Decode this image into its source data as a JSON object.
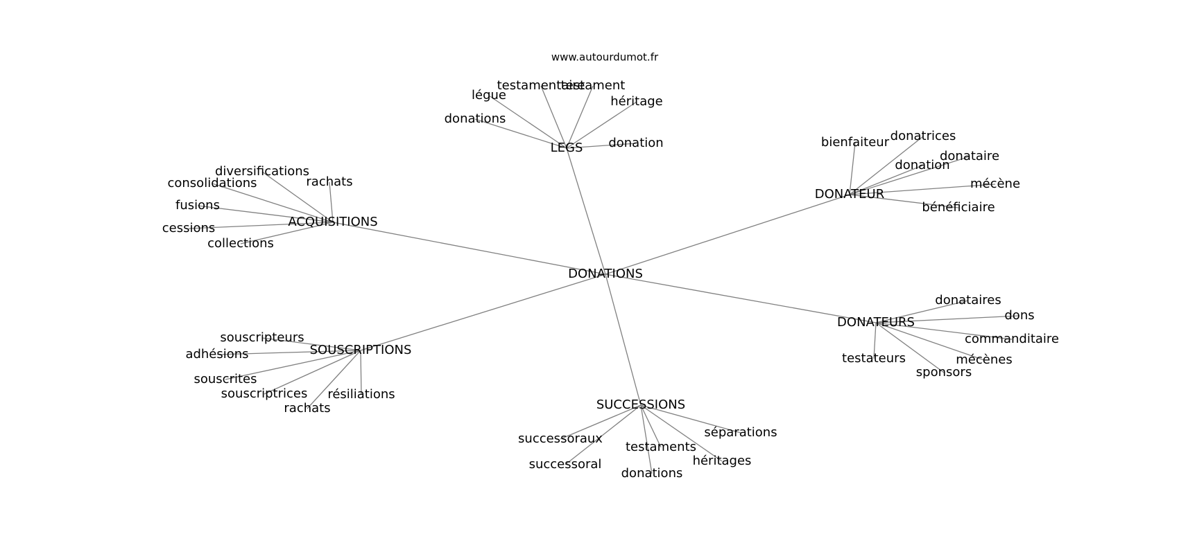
{
  "source": "www.autourdumot.fr",
  "center": "DONATIONS",
  "groups": [
    {
      "id": "legs",
      "label": "LEGS",
      "words": [
        "testamentaire",
        "testament",
        "légue",
        "héritage",
        "donations",
        "donation"
      ]
    },
    {
      "id": "donateur",
      "label": "DONATEUR",
      "words": [
        "bienfaiteur",
        "donatrices",
        "donation",
        "donataire",
        "mécène",
        "bénéficiaire"
      ]
    },
    {
      "id": "acquisitions",
      "label": "ACQUISITIONS",
      "words": [
        "diversifications",
        "consolidations",
        "rachats",
        "fusions",
        "cessions",
        "collections"
      ]
    },
    {
      "id": "donateurs",
      "label": "DONATEURS",
      "words": [
        "donataires",
        "dons",
        "commanditaire",
        "testateurs",
        "mécènes",
        "sponsors"
      ]
    },
    {
      "id": "souscriptions",
      "label": "SOUSCRIPTIONS",
      "words": [
        "souscripteurs",
        "adhésions",
        "souscrites",
        "souscriptrices",
        "résiliations",
        "rachats"
      ]
    },
    {
      "id": "successions",
      "label": "SUCCESSIONS",
      "words": [
        "séparations",
        "successoraux",
        "testaments",
        "héritages",
        "successoral",
        "donations"
      ]
    }
  ]
}
